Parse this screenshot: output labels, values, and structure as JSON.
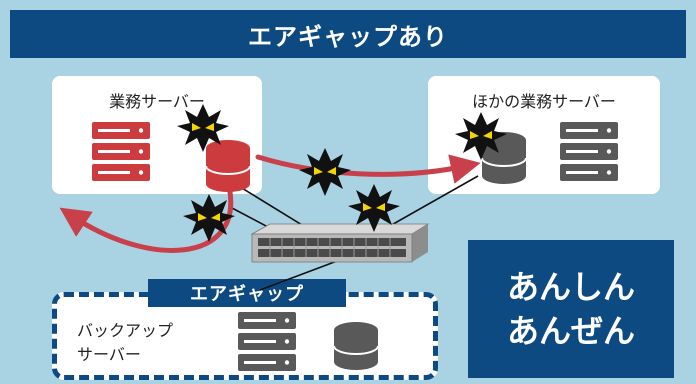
{
  "title": "エアギャップあり",
  "main_server_label": "業務サーバー",
  "other_server_label": "ほかの業務サーバー",
  "airgap_label": "エアギャップ",
  "backup_server_label": "バックアップ\nサーバー",
  "safe_text_line1": "あんしん",
  "safe_text_line2": "あんぜん",
  "colors": {
    "title_bg": "#0e4a82",
    "background": "#a9d3e3",
    "infected_red": "#cc3b3e",
    "server_gray": "#595959",
    "attack_arrow": "#c8404a",
    "malware_yellow": "#f5d400"
  },
  "icons": [
    "server-rack-icon",
    "database-icon",
    "malware-icon",
    "network-switch-icon"
  ]
}
